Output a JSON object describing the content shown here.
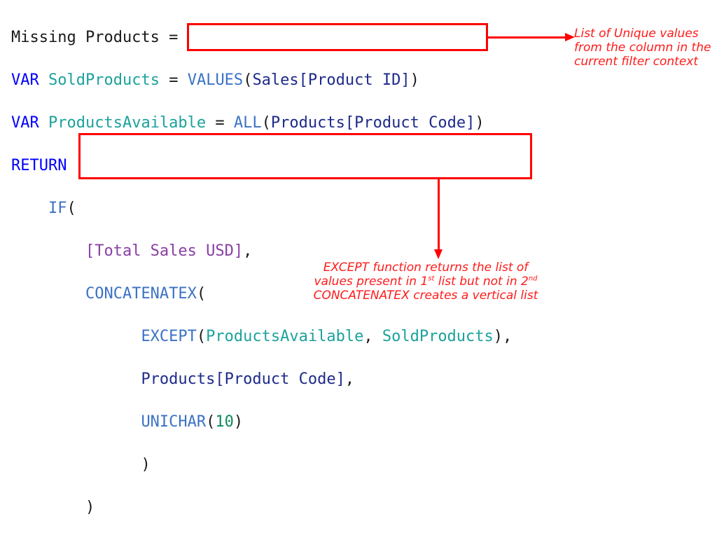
{
  "code": {
    "line1": {
      "text": "Missing Products ="
    },
    "line2": {
      "kw": "VAR",
      "var": "SoldProducts",
      "eq": " = ",
      "fn": "VALUES",
      "open": "(",
      "col": "Sales[Product ID]",
      "close": ")"
    },
    "line3": {
      "kw": "VAR",
      "var": "ProductsAvailable",
      "eq": " = ",
      "fn": "ALL",
      "open": "(",
      "col": "Products[Product Code]",
      "close": ")"
    },
    "line4": {
      "kw": "RETURN"
    },
    "line5": {
      "indent": "    ",
      "fn": "IF",
      "open": "("
    },
    "line6": {
      "indent": "        ",
      "meas": "[Total Sales USD]",
      "comma": ","
    },
    "line7": {
      "indent": "        ",
      "fn": "CONCATENATEX",
      "open": "("
    },
    "line8": {
      "indent": "              ",
      "fn": "EXCEPT",
      "open": "(",
      "var1": "ProductsAvailable",
      "sep": ", ",
      "var2": "SoldProducts",
      "close": ")",
      "comma": ","
    },
    "line9": {
      "indent": "              ",
      "col": "Products[Product Code]",
      "comma": ","
    },
    "line10": {
      "indent": "              ",
      "fn": "UNICHAR",
      "open": "(",
      "num": "10",
      "close": ")"
    },
    "line11": {
      "indent": "              ",
      "close": ")"
    },
    "line12": {
      "indent": "        ",
      "close": ")"
    }
  },
  "annotations": {
    "values_note": "List of Unique values from the column in the current filter context",
    "except_note": {
      "line1": "EXCEPT function returns the list of",
      "line2a": "values present in 1",
      "sup1": "st",
      "line2b": " list but not in 2",
      "sup2": "nd",
      "line3": "CONCATENATEX creates a vertical list"
    }
  },
  "colors": {
    "keyword": "#0000ff",
    "function": "#3b72c6",
    "variable": "#1ba29c",
    "column": "#1e2a8a",
    "measure": "#8a3ea6",
    "number": "#0e8a5a",
    "highlight": "#ff0000"
  }
}
